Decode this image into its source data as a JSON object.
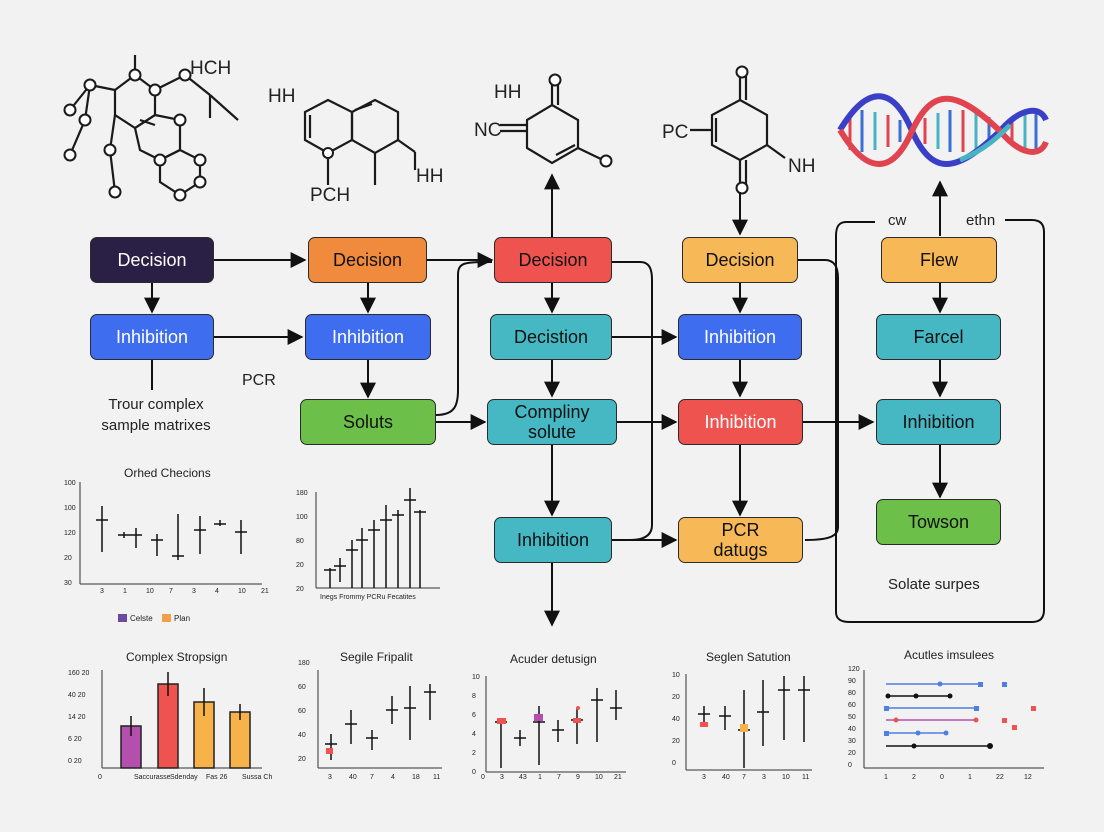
{
  "colors": {
    "dark": "#2a1f45",
    "orange": "#f08a3c",
    "red": "#ef5350",
    "amber": "#f7b957",
    "blue": "#3f6df0",
    "teal": "#45b8c4",
    "green": "#6cc04a",
    "purple": "#b44fae",
    "yellow": "#f7b24a"
  },
  "molecules": {
    "m1": {
      "label": "HCH"
    },
    "m2": {
      "top": "HH",
      "bottom": "PCH",
      "right": "HH"
    },
    "m3": {
      "top": "HH",
      "left": "NC"
    },
    "m4": {
      "left": "PC",
      "right": "NH"
    }
  },
  "flow": {
    "c1_decision": "Decision",
    "c1_inhibition": "Inhibition",
    "c1_note": "Trour complex sample matrixes",
    "pcr_label": "PCR",
    "c2_decision": "Decision",
    "c2_inhibition": "Inhibition",
    "c2_soluts": "Soluts",
    "c3_decision": "Decision",
    "c3_decistion": "Decistion",
    "c3_complying": "Compliny solute",
    "c3_inhibition": "Inhibition",
    "c4_decision": "Decision",
    "c4_inhibition1": "Inhibition",
    "c4_inhibition2": "Inhibition",
    "c4_pcr": "PCR datugs",
    "c5_flew": "Flew",
    "c5_farcel": "Farcel",
    "c5_inhibition": "Inhibition",
    "c5_towson": "Towson",
    "c5_note": "Solate surpes",
    "c5_cw": "cw",
    "c5_ethn": "ethn"
  },
  "charts": {
    "orhed": {
      "title": "Orhed Checions",
      "yticks": [
        "100",
        "100",
        "120",
        "20",
        "30"
      ],
      "xticks": [
        "3",
        "1",
        "10",
        "7",
        "3",
        "4",
        "10",
        "21"
      ],
      "legend": [
        "Celste",
        "Plan"
      ]
    },
    "grid": {
      "yticks": [
        "180",
        "100",
        "80",
        "20",
        "20"
      ],
      "xlabel": "Inegs Frommy PCRu Fecatites"
    },
    "bar": {
      "title": "Complex Stropsign",
      "yticks": [
        "160  20",
        "40  20",
        "14  20",
        "6  20",
        "0  20"
      ],
      "xticks": [
        "0",
        "Saccurasse",
        "Sdenday",
        "Fas 26",
        "Sussa Ch"
      ]
    },
    "seg": {
      "title": "Segile Fripalit",
      "yticks": [
        "180",
        "60",
        "60",
        "40",
        "20"
      ],
      "xticks": [
        "3",
        "40",
        "7",
        "4",
        "18",
        "11"
      ]
    },
    "acu": {
      "title": "Acuder detusign",
      "yticks": [
        "10",
        "8",
        "6",
        "4",
        "2",
        "0"
      ],
      "xticks": [
        "0",
        "3",
        "43",
        "1",
        "7",
        "9",
        "10",
        "21"
      ]
    },
    "satu": {
      "title": "Seglen Satution",
      "yticks": [
        "10",
        "20",
        "40",
        "20",
        "0"
      ],
      "xticks": [
        "3",
        "40",
        "7",
        "3",
        "10",
        "11"
      ]
    },
    "impl": {
      "title": "Acutles imsulees",
      "yticks": [
        "120",
        "90",
        "80",
        "60",
        "50",
        "40",
        "30",
        "20",
        "0"
      ],
      "xticks": [
        "1",
        "2",
        "0",
        "1",
        "22",
        "12"
      ]
    }
  }
}
